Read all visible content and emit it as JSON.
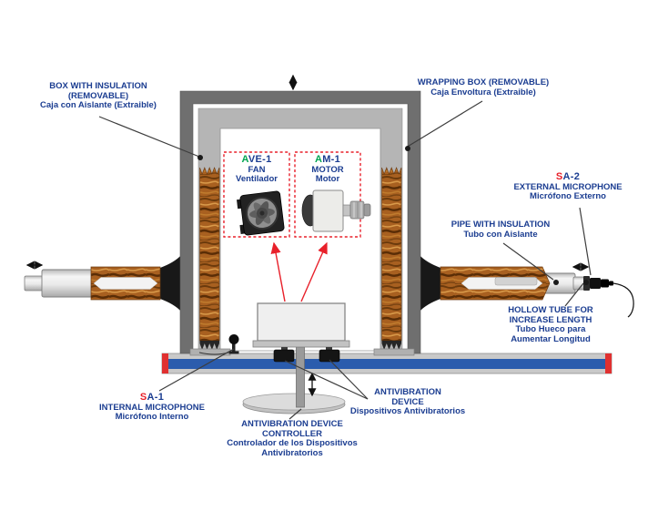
{
  "diagram": {
    "labels": {
      "box_insulation": {
        "line1": "BOX WITH INSULATION",
        "line2": "(REMOVABLE)",
        "line3": "Caja con Aislante (Extraible)"
      },
      "wrapping_box": {
        "line1": "WRAPPING BOX (REMOVABLE)",
        "line2": "Caja Envoltura (Extraible)"
      },
      "fan_unit": {
        "code_prefix": "A",
        "code_rest": "VE-1",
        "name_en": "FAN",
        "name_es": "Ventilador"
      },
      "motor_unit": {
        "code_prefix": "A",
        "code_rest": "M-1",
        "name_en": "MOTOR",
        "name_es": "Motor"
      },
      "external_mic": {
        "code_prefix": "S",
        "code_rest": "A-2",
        "name_en": "EXTERNAL MICROPHONE",
        "name_es": "Micrófono Externo"
      },
      "pipe_insulation": {
        "line1": "PIPE WITH INSULATION",
        "line2": "Tubo con Aislante"
      },
      "hollow_tube": {
        "line1": "HOLLOW TUBE FOR",
        "line2": "INCREASE LENGTH",
        "line3": "Tubo Hueco para",
        "line4": "Aumentar Longitud"
      },
      "internal_mic": {
        "code_prefix": "S",
        "code_rest": "A-1",
        "name_en": "INTERNAL MICROPHONE",
        "name_es": "Micrófono Interno"
      },
      "antivibration_device": {
        "line1": "ANTIVIBRATION",
        "line2": "DEVICE",
        "line3": "Dispositivos Antivibratorios"
      },
      "controller": {
        "line1": "ANTIVIBRATION DEVICE",
        "line2": "CONTROLLER",
        "line3": "Controlador de los Dispositivos",
        "line4": "Antivibratorios"
      }
    },
    "colors": {
      "label_blue": "#1b3d91",
      "accent_red": "#e8202a",
      "accent_green": "#00a651",
      "frame_dark": "#6f6f6f",
      "frame_light": "#b5b5b5",
      "insulation_brown": "#a86020",
      "platform_blue": "#2b5cad",
      "platform_red": "#e03030"
    }
  }
}
